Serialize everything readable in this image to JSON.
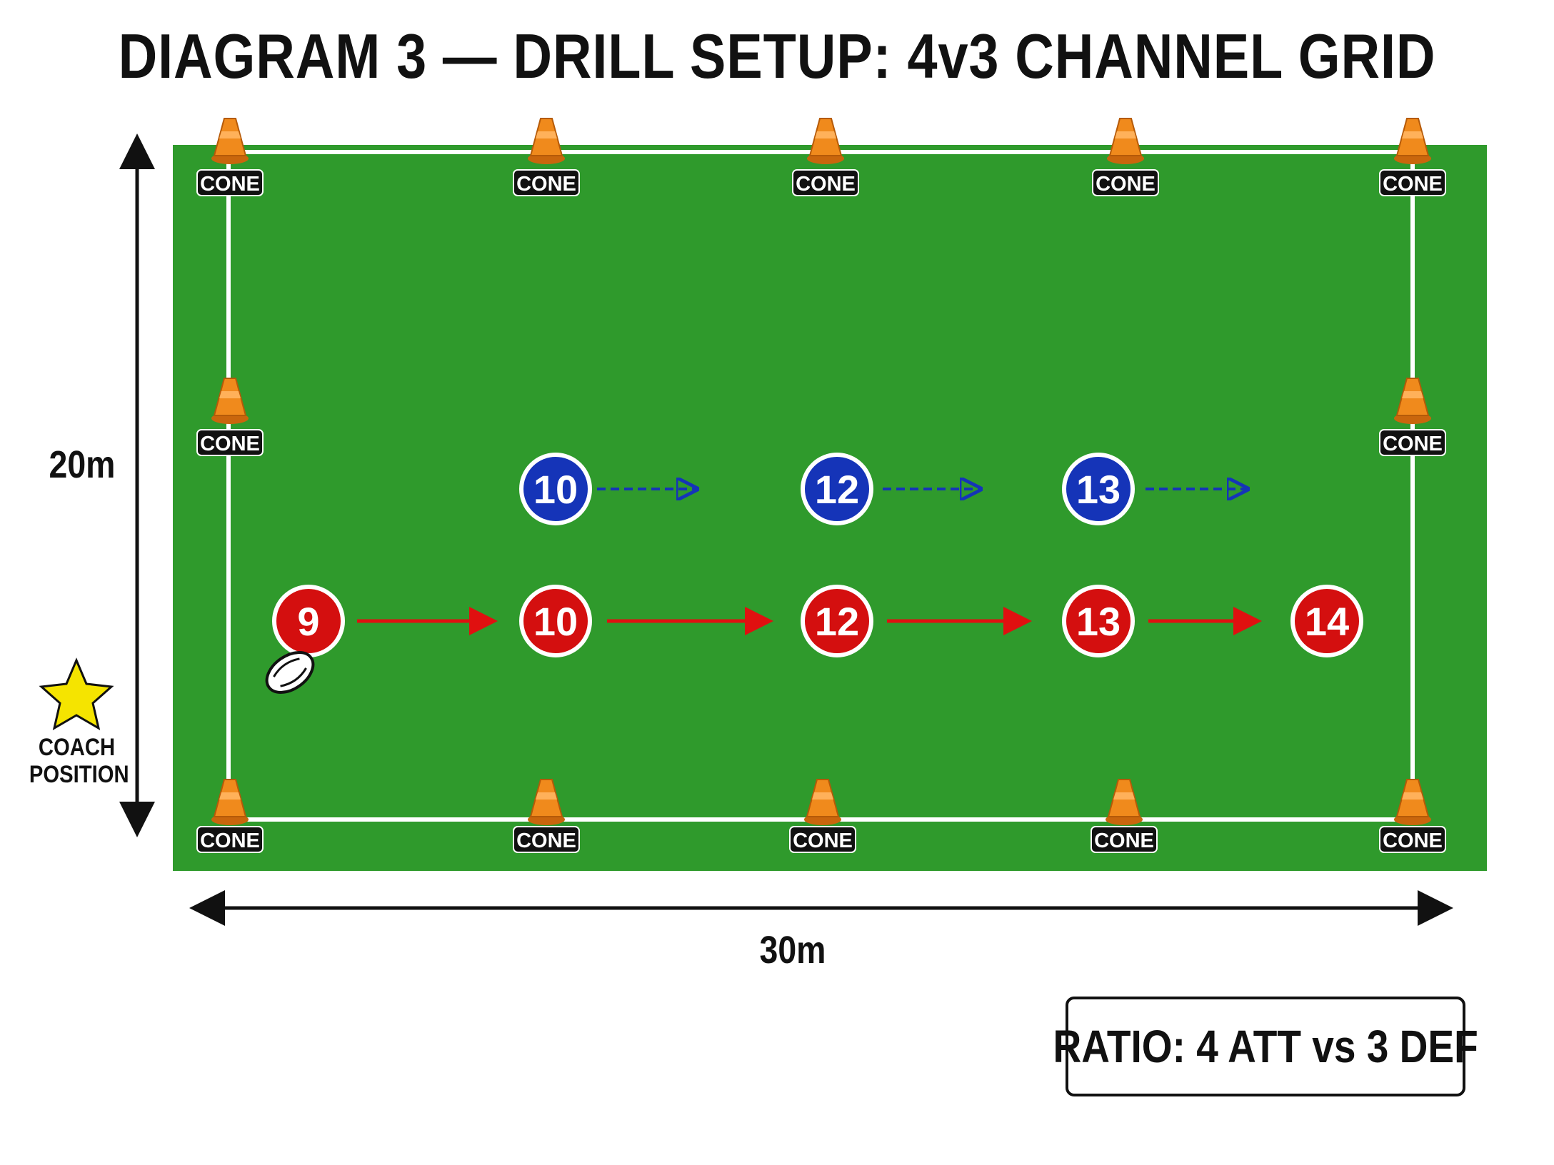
{
  "title": "DIAGRAM 3 — DRILL SETUP: 4v3 CHANNEL GRID",
  "dimensions": {
    "width_label": "30m",
    "height_label": "20m"
  },
  "coach": {
    "label": "COACH POSITION",
    "icon": "star-icon",
    "color": "#f5e400"
  },
  "cone_label": "CONE",
  "colors": {
    "pitch": "#2f9a2c",
    "cone": "#f08a1c",
    "attack": "#d40f0f",
    "defence": "#1534b8",
    "line": "#ffffff"
  },
  "cones": {
    "top": [
      "CONE",
      "CONE",
      "CONE",
      "CONE",
      "CONE"
    ],
    "middle": [
      "CONE",
      "CONE"
    ],
    "bottom": [
      "CONE",
      "CONE",
      "CONE",
      "CONE",
      "CONE"
    ]
  },
  "attackers": [
    "9",
    "10",
    "12",
    "13",
    "14"
  ],
  "defenders": [
    "10",
    "12",
    "13"
  ],
  "ratio": "RATIO: 4 ATT vs 3 DEF"
}
